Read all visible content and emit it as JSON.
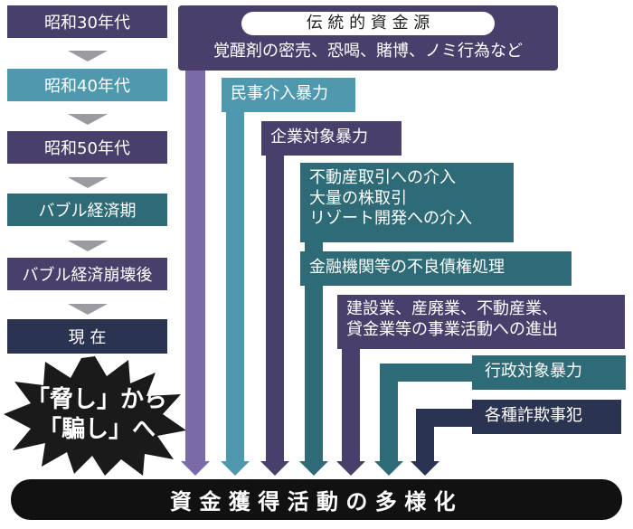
{
  "eras": [
    {
      "label": "昭和30年代",
      "color": "#4a3f6b"
    },
    {
      "label": "昭和40年代",
      "color": "#4f99b0"
    },
    {
      "label": "昭和50年代",
      "color": "#4a3f6b"
    },
    {
      "label": "バブル経済期",
      "color": "#2e6b76"
    },
    {
      "label": "バブル経済崩壊後",
      "color": "#4a3f6b"
    },
    {
      "label": "現 在",
      "color": "#2a3350"
    }
  ],
  "traditional": {
    "title": "伝 統 的 資 金 源",
    "body": "覚醒剤の密売、恐喝、賭博、ノミ行為など"
  },
  "activities": [
    {
      "lines": [
        "民事介入暴力"
      ],
      "color": "#4f99b0"
    },
    {
      "lines": [
        "企業対象暴力"
      ],
      "color": "#4a3f6b"
    },
    {
      "lines": [
        "不動産取引への介入",
        "大量の株取引",
        "リゾート開発への介入"
      ],
      "color": "#2e6b76"
    },
    {
      "lines": [
        "金融機関等の不良債権処理"
      ],
      "color": "#2e6b76"
    },
    {
      "lines": [
        "建設業、産廃業、不動産業、",
        "貸金業等の事業活動への進出"
      ],
      "color": "#4a3f6b"
    },
    {
      "lines": [
        "行政対象暴力"
      ],
      "color": "#2e6b76"
    },
    {
      "lines": [
        "各種詐欺事犯"
      ],
      "color": "#2a3350"
    }
  ],
  "burst": {
    "line1": "「脅し」から",
    "line2": "「騙し」へ"
  },
  "bottom": "資金獲得活動の多様化"
}
